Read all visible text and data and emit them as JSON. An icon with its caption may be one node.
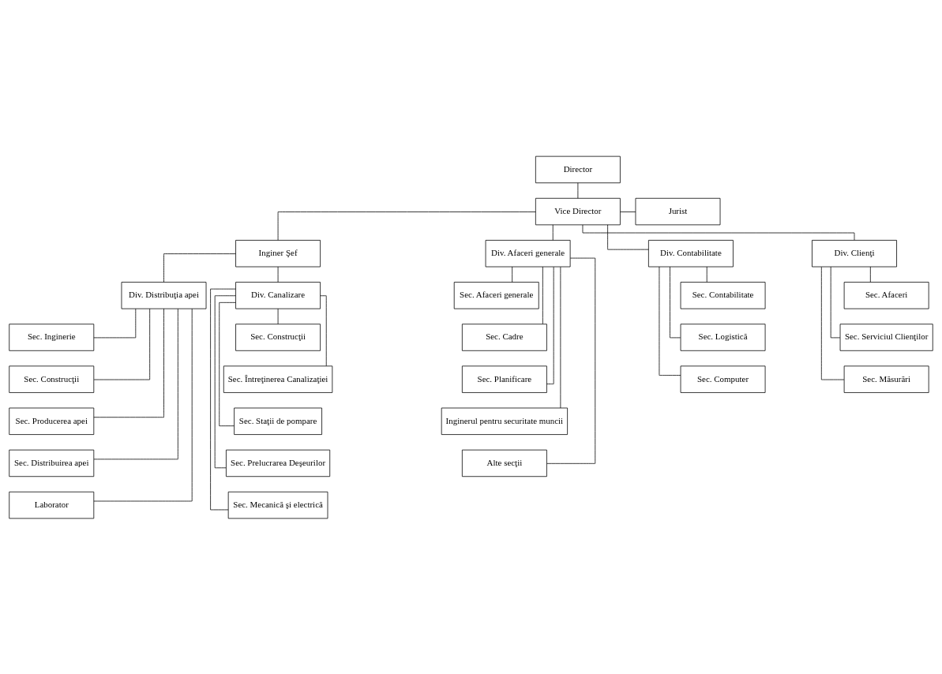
{
  "diagram": {
    "nodes": [
      {
        "text": [
          "Director"
        ]
      },
      {
        "text": [
          "Vice Director"
        ]
      },
      {
        "text": [
          "Jurist"
        ]
      },
      {
        "text": [
          "Inginer Şef"
        ]
      },
      {
        "text": [
          "Div. Afaceri generale"
        ]
      },
      {
        "text": [
          "Div. Contabilitate"
        ]
      },
      {
        "text": [
          "Div. Clienţi"
        ]
      },
      {
        "text": [
          "Div. Distribuţia apei"
        ]
      },
      {
        "text": [
          "Div. Canalizare"
        ]
      },
      {
        "text": [
          "Sec. Afaceri generale"
        ]
      },
      {
        "text": [
          "Sec. Cadre"
        ]
      },
      {
        "text": [
          "Sec. Planificare"
        ]
      },
      {
        "text": [
          "Inginerul pentru securitate muncii"
        ]
      },
      {
        "text": [
          "Alte secţii"
        ]
      },
      {
        "text": [
          "Sec. Contabilitate"
        ]
      },
      {
        "text": [
          "Sec. Logistică"
        ]
      },
      {
        "text": [
          "Sec. Computer"
        ]
      },
      {
        "text": [
          "Sec. Afaceri"
        ]
      },
      {
        "text": [
          "Sec. Serviciul Clienţilor"
        ]
      },
      {
        "text": [
          "Sec. Măsurări"
        ]
      },
      {
        "text": [
          "Sec. Inginerie"
        ]
      },
      {
        "text": [
          "Sec. Construcţii"
        ]
      },
      {
        "text": [
          "Sec. Producerea apei"
        ]
      },
      {
        "text": [
          "Sec. Distribuirea apei"
        ]
      },
      {
        "text": [
          "Laborator"
        ]
      },
      {
        "text": [
          "Sec. Construcţii"
        ]
      },
      {
        "text": [
          "Sec. Întreţinerea Canalizaţiei"
        ]
      },
      {
        "text": [
          "Sec. Staţii de pompare"
        ]
      },
      {
        "text": [
          "Sec. Prelucrarea Deşeurilor"
        ]
      },
      {
        "text": [
          "Sec. Mecanică şi electrică"
        ]
      }
    ],
    "edges": [
      {
        "from": 0,
        "to": 1,
        "arrow": "none"
      },
      {
        "from": 1,
        "to": 2,
        "arrow": "none"
      },
      {
        "from": 1,
        "to": 4,
        "arrow": "none"
      },
      {
        "from": 1,
        "to": 5,
        "arrow": "none"
      },
      {
        "from": 1,
        "to": 6,
        "arrow": "none"
      },
      {
        "from": 1,
        "to": 3,
        "arrow": "none"
      },
      {
        "from": 3,
        "to": 7,
        "arrow": "none"
      },
      {
        "from": 3,
        "to": 8,
        "arrow": "none"
      },
      {
        "from": 4,
        "to": 9,
        "arrow": "none"
      },
      {
        "from": 4,
        "to": 10,
        "arrow": "none"
      },
      {
        "from": 4,
        "to": 11,
        "arrow": "none"
      },
      {
        "from": 4,
        "to": 12,
        "arrow": "none"
      },
      {
        "from": 4,
        "to": 13,
        "arrow": "none"
      },
      {
        "from": 5,
        "to": 14,
        "arrow": "none"
      },
      {
        "from": 5,
        "to": 15,
        "arrow": "none"
      },
      {
        "from": 5,
        "to": 16,
        "arrow": "none"
      },
      {
        "from": 6,
        "to": 17,
        "arrow": "none"
      },
      {
        "from": 6,
        "to": 18,
        "arrow": "none"
      },
      {
        "from": 6,
        "to": 19,
        "arrow": "none"
      },
      {
        "from": 7,
        "to": 20,
        "arrow": "none"
      },
      {
        "from": 7,
        "to": 21,
        "arrow": "none"
      },
      {
        "from": 7,
        "to": 22,
        "arrow": "none"
      },
      {
        "from": 7,
        "to": 23,
        "arrow": "none"
      },
      {
        "from": 7,
        "to": 24,
        "arrow": "none"
      },
      {
        "from": 8,
        "to": 25,
        "arrow": "none"
      },
      {
        "from": 8,
        "to": 26,
        "arrow": "none"
      },
      {
        "from": 8,
        "to": 27,
        "arrow": "none"
      },
      {
        "from": 8,
        "to": 28,
        "arrow": "none"
      },
      {
        "from": 8,
        "to": 29,
        "arrow": "none"
      }
    ]
  }
}
